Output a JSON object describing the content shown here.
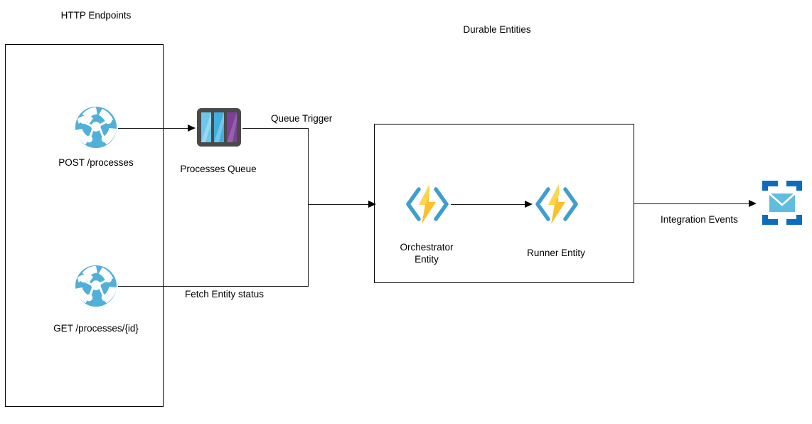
{
  "diagram": {
    "title_http": "HTTP Endpoints",
    "title_entities": "Durable Entities"
  },
  "nodes": {
    "post_endpoint": {
      "label": "POST /processes",
      "icon": "azure-api-globe-icon",
      "color": "#50b0da"
    },
    "get_endpoint": {
      "label": "GET /processes/{id}",
      "icon": "azure-api-globe-icon",
      "color": "#50b0da"
    },
    "processes_queue": {
      "label": "Processes Queue",
      "icon": "azure-storage-queue-icon",
      "color_body": "#4a4a4a",
      "color_bar_blue": "#6ec6e8",
      "color_bar_purple": "#7d3f98"
    },
    "orchestrator_entity": {
      "label_line1": "Orchestrator",
      "label_line2": "Entity",
      "icon": "azure-function-icon",
      "color_bracket": "#3f9ed0",
      "color_bolt": "#fbc02d"
    },
    "runner_entity": {
      "label": "Runner Entity",
      "icon": "azure-function-icon",
      "color_bracket": "#3f9ed0",
      "color_bolt": "#fbc02d"
    },
    "event_sink": {
      "label": "",
      "icon": "azure-event-envelope-icon",
      "color_bracket": "#0f6cbd",
      "color_envelope": "#5fbde0"
    }
  },
  "edges": {
    "queue_trigger": "Queue Trigger",
    "fetch_entity_status": "Fetch Entity status",
    "integration_events": "Integration Events"
  }
}
